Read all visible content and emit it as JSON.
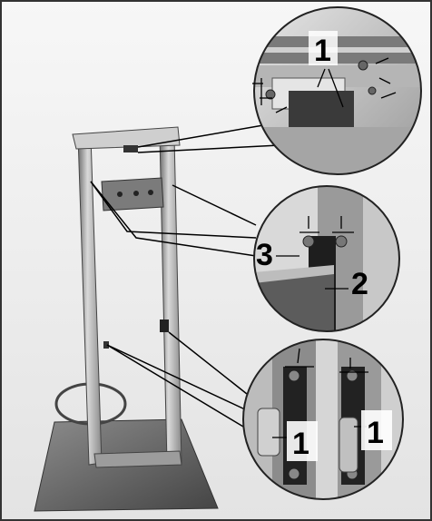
{
  "figure": {
    "callouts": {
      "top_label": "1",
      "middle_left_label": "3",
      "middle_right_label": "2",
      "bottom_left_label": "1",
      "bottom_right_label": "1"
    }
  },
  "colors": {
    "frame_border": "#333333",
    "background": "#f2f2f2",
    "metal_light": "#d8d8d8",
    "metal_mid": "#a9a9a9",
    "metal_dark": "#5a5a5a",
    "base_plate": "#6d6d6d",
    "label_bg": "#ffffff"
  }
}
